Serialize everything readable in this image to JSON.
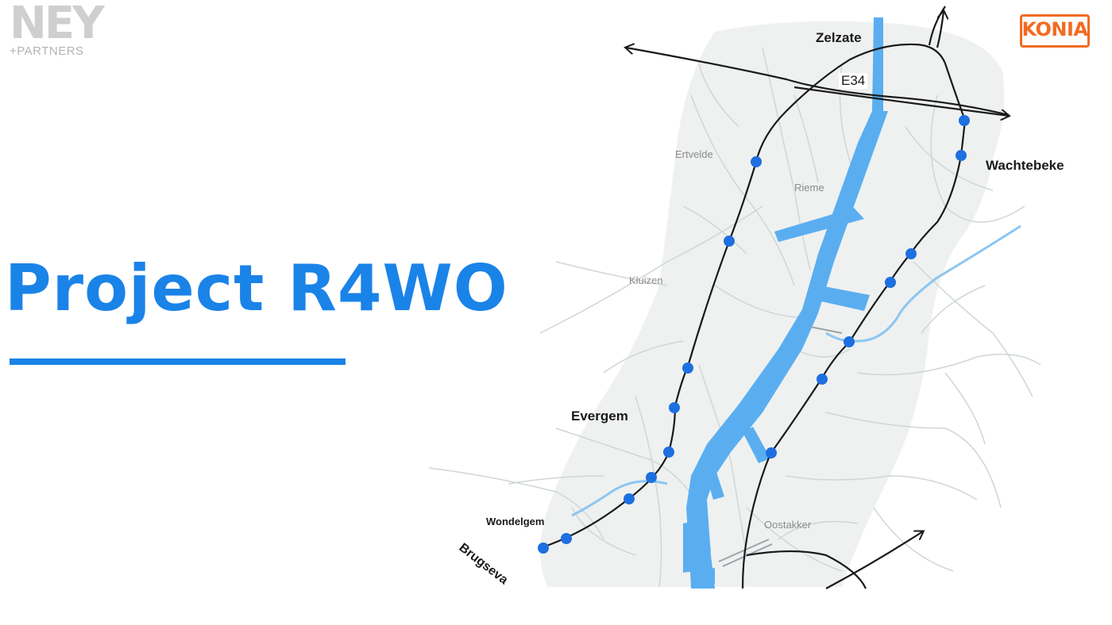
{
  "logos": {
    "ney": {
      "main": "NEY",
      "sub": "+PARTNERS"
    },
    "konia": {
      "text": "KONIA"
    }
  },
  "title": "Project R4WO",
  "map": {
    "places": {
      "zelzate": "Zelzate",
      "wachtebeke": "Wachtebeke",
      "ertvelde": "Ertvelde",
      "rieme": "Rieme",
      "kluizen": "Kluizen",
      "evergem": "Evergem",
      "wondelgem": "Wondelgem",
      "oostakker": "Oostakker",
      "brugseva": "Brugseva"
    },
    "roads": {
      "e34": "E34"
    },
    "colors": {
      "canal": "#5aaef0",
      "stop": "#1e6fe0",
      "route": "#1a1a1a",
      "land": "#eef1f0",
      "minor_roads": "#cfd6d8",
      "river": "#8cc6f2"
    }
  }
}
